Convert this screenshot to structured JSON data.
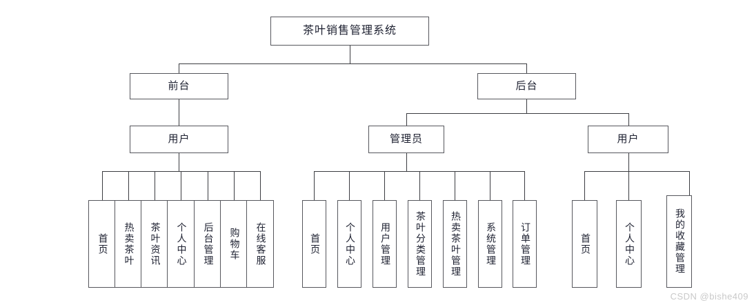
{
  "diagram": {
    "title_node": {
      "label": "茶叶销售管理系统"
    },
    "level1": [
      {
        "label": "前台"
      },
      {
        "label": "后台"
      }
    ],
    "level2": [
      {
        "label": "用户"
      },
      {
        "label": "管理员"
      },
      {
        "label": "用户"
      }
    ],
    "frontend_user_leaves": [
      {
        "label": "首页"
      },
      {
        "label": "热卖茶叶"
      },
      {
        "label": "茶叶资讯"
      },
      {
        "label": "个人中心"
      },
      {
        "label": "后台管理"
      },
      {
        "label": "购物车"
      },
      {
        "label": "在线客服"
      }
    ],
    "backend_admin_leaves": [
      {
        "label": "首页"
      },
      {
        "label": "个人中心"
      },
      {
        "label": "用户管理"
      },
      {
        "label": "茶叶分类管理"
      },
      {
        "label": "热卖茶叶管理"
      },
      {
        "label": "系统管理"
      },
      {
        "label": "订单管理"
      }
    ],
    "backend_user_leaves": [
      {
        "label": "首页"
      },
      {
        "label": "个人中心"
      },
      {
        "label": "我的收藏管理"
      }
    ],
    "colors": {
      "box_border": "#55565c",
      "connector": "#3a3b40",
      "box_fill": "#ffffff",
      "text": "#1d2030",
      "watermark": "#c9c9c9"
    }
  },
  "watermark": {
    "text": "CSDN @bishe409"
  }
}
